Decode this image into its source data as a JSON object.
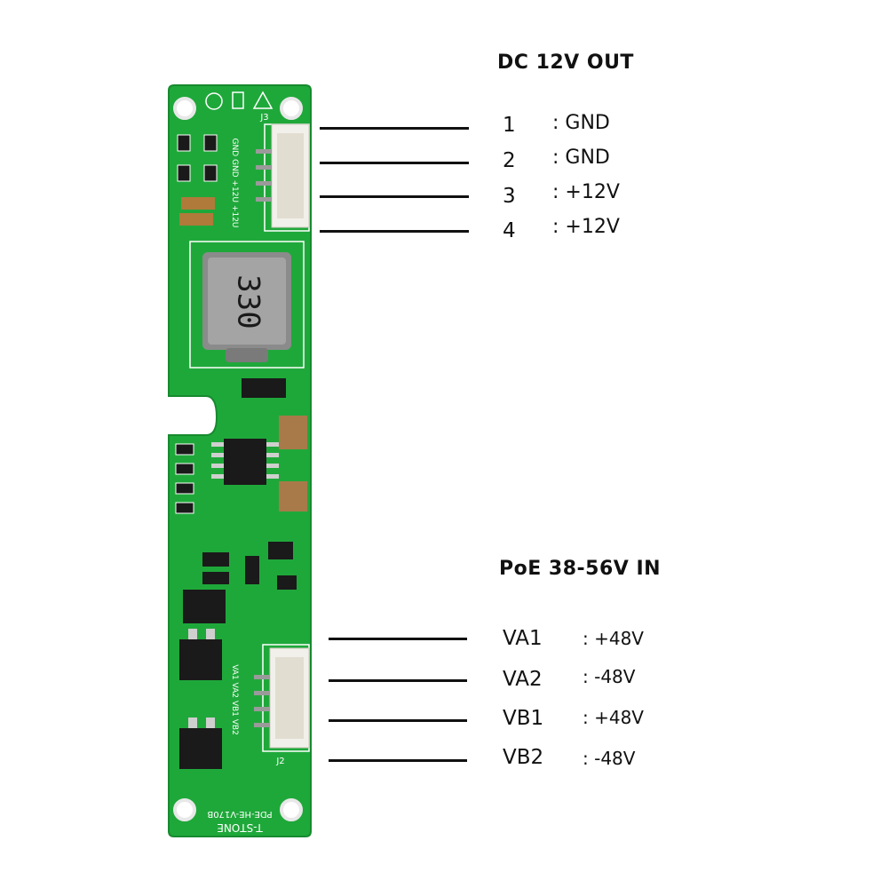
{
  "output": {
    "heading": "DC 12V OUT",
    "pins": [
      {
        "num": "1",
        "value": ": GND"
      },
      {
        "num": "2",
        "value": ": GND"
      },
      {
        "num": "3",
        "value": ": +12V"
      },
      {
        "num": "4",
        "value": ": +12V"
      }
    ]
  },
  "input": {
    "heading": "PoE 38-56V IN",
    "pins": [
      {
        "name": "VA1",
        "value": ": +48V"
      },
      {
        "name": "VA2",
        "value": ": -48V"
      },
      {
        "name": "VB1",
        "value": ": +48V"
      },
      {
        "name": "VB2",
        "value": ": -48V"
      }
    ]
  },
  "board": {
    "inductor_marking": "330",
    "board_name": "PDE-HE-V170B",
    "brand": "T-STONE",
    "connector_out_ref": "J3",
    "connector_in_ref": "J2",
    "connector_out_pins": "GND GND +12U +12U",
    "connector_in_pins": "VA1 VA2 VB1 VB2",
    "pcb_color": "#1fa83a",
    "silk_color": "#ffffff"
  }
}
